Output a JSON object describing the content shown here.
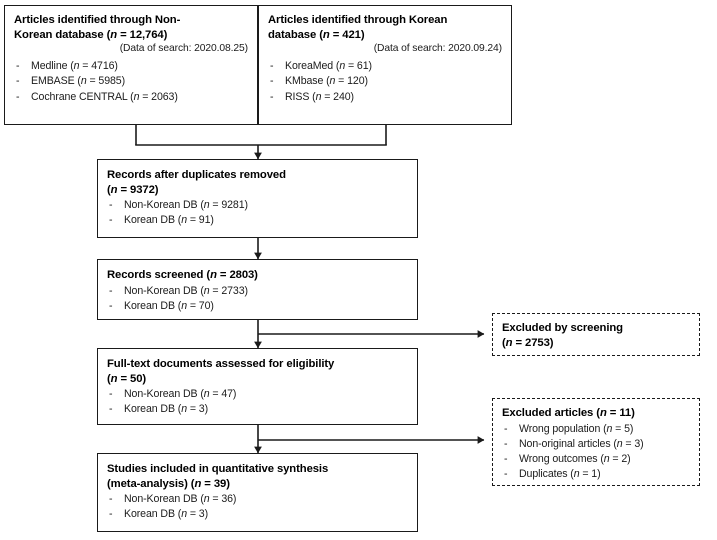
{
  "diagram": {
    "type": "prisma-flow-diagram",
    "line_color": "#1a1a1a",
    "text_color": "#1b1b1b",
    "background": "#ffffff"
  },
  "sources": {
    "non_korean": {
      "title_line1": "Articles identified through Non-",
      "title_line2_pre": "Korean database (",
      "title_n": "n",
      "title_line2_post": " = 12,764)",
      "search_date": "(Data of search: 2020.08.25)",
      "items": [
        {
          "label": "Medline (",
          "n": "n",
          "value": " = 4716)"
        },
        {
          "label": "EMBASE (",
          "n": "n",
          "value": " = 5985)"
        },
        {
          "label": "Cochrane  CENTRAL  (",
          "n": "n",
          "value": " = 2063)"
        }
      ]
    },
    "korean": {
      "title_line1": "Articles identified through Korean",
      "title_line2_pre": "database (",
      "title_n": "n",
      "title_line2_post": " = 421)",
      "search_date": "(Data of search: 2020.09.24)",
      "items": [
        {
          "label": "KoreaMed (",
          "n": "n",
          "value": " = 61)"
        },
        {
          "label": "KMbase (",
          "n": "n",
          "value": " = 120)"
        },
        {
          "label": "RISS (",
          "n": "n",
          "value": " = 240)"
        }
      ]
    }
  },
  "stages": {
    "duplicates_removed": {
      "title_line1": "Records after duplicates removed",
      "title_line2_pre": "(",
      "title_n": "n",
      "title_line2_post": " = 9372)",
      "items": [
        {
          "label": "Non-Korean  DB (",
          "n": "n",
          "value": " = 9281)"
        },
        {
          "label": "Korean DB (",
          "n": "n",
          "value": " = 91)"
        }
      ]
    },
    "screened": {
      "title_pre": "Records screened (",
      "title_n": "n",
      "title_post": " = 2803)",
      "items": [
        {
          "label": "Non-Korean  DB (",
          "n": "n",
          "value": " = 2733)"
        },
        {
          "label": "Korean DB (",
          "n": "n",
          "value": " = 70)"
        }
      ]
    },
    "full_text": {
      "title_line1": "Full-text documents assessed for eligibility",
      "title_line2_pre": "(",
      "title_n": "n",
      "title_line2_post": " = 50)",
      "items": [
        {
          "label": "Non-Korean  DB (",
          "n": "n",
          "value": " = 47)"
        },
        {
          "label": "Korean DB (",
          "n": "n",
          "value": " = 3)"
        }
      ]
    },
    "included": {
      "title_line1": "Studies included in quantitative synthesis",
      "title_line2_pre": "(meta-analysis) (",
      "title_n": "n",
      "title_line2_post": " = 39)",
      "items": [
        {
          "label": "Non-Korean  DB (",
          "n": "n",
          "value": " = 36)"
        },
        {
          "label": "Korean DB (",
          "n": "n",
          "value": " = 3)"
        }
      ]
    }
  },
  "exclusions": {
    "by_screening": {
      "title_line1": "Excluded by screening",
      "title_line2_pre": "(",
      "title_n": "n",
      "title_line2_post": " = 2753)"
    },
    "articles": {
      "title_pre": "Excluded articles (",
      "title_n": "n",
      "title_post": " = 11)",
      "items": [
        {
          "label": "Wrong population (",
          "n": "n",
          "value": " = 5)"
        },
        {
          "label": "Non-original  articles (",
          "n": "n",
          "value": " = 3)"
        },
        {
          "label": "Wrong outcomes (",
          "n": "n",
          "value": " = 2)"
        },
        {
          "label": "Duplicates (",
          "n": "n",
          "value": " = 1)"
        }
      ]
    }
  }
}
